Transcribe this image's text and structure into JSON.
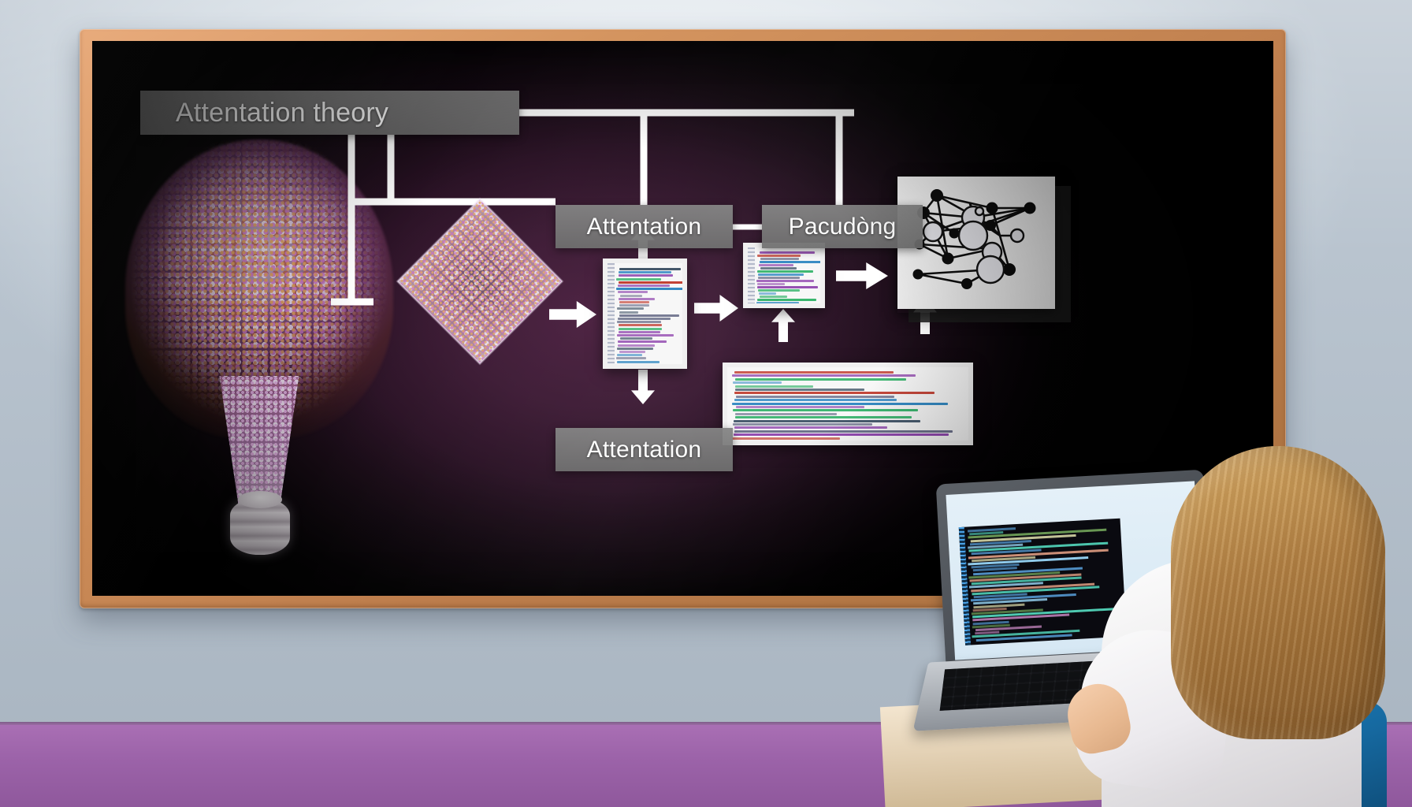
{
  "scene": {
    "setting": "classroom-whiteboard-presentation",
    "wall_color": "#cbd5de",
    "floor_color": "#a96fb4",
    "board_frame_color": "#c98a54",
    "board_bg_color": "#120a10"
  },
  "board": {
    "title_chip": "Attentation theory",
    "nodes": [
      {
        "id": "attn_top",
        "label": "Attentation"
      },
      {
        "id": "pacudong",
        "label": "Pacudòng"
      },
      {
        "id": "attn_bottom",
        "label": "Attentation"
      }
    ],
    "chip_bg_color": "#787878",
    "chip_text_color": "#fdfdfd",
    "connector_color": "#ffffff"
  },
  "artifacts": {
    "bulb": {
      "name": "particle-light-bulb",
      "colors": [
        "#c98ac4",
        "#e2a05a",
        "#ece6ec"
      ]
    },
    "diamond": {
      "name": "particle-diamond"
    },
    "code_card_1": {
      "name": "code-snippet-card"
    },
    "code_card_2": {
      "name": "code-snippet-card"
    },
    "code_card_3": {
      "name": "wide-code-snippet-card"
    },
    "network": {
      "name": "node-graph-card",
      "node_count": 18
    }
  },
  "person": {
    "description": "seated-person-back-view",
    "shirt_color": "#f2f0f2",
    "hair_color": "#b07f43",
    "chair_color": "#1669a0",
    "desk_color": "#e4d2b6"
  },
  "laptop": {
    "screen_bg": "#dceaf5",
    "editor_bg": "#0a0a10"
  },
  "code_palette": {
    "c1": "#6a6f8a",
    "c2": "#9b59b6",
    "c3": "#2e86c1",
    "c4": "#27ae60",
    "c5": "#c0392b",
    "c6": "#8e44ad",
    "c7": "#34495e"
  }
}
